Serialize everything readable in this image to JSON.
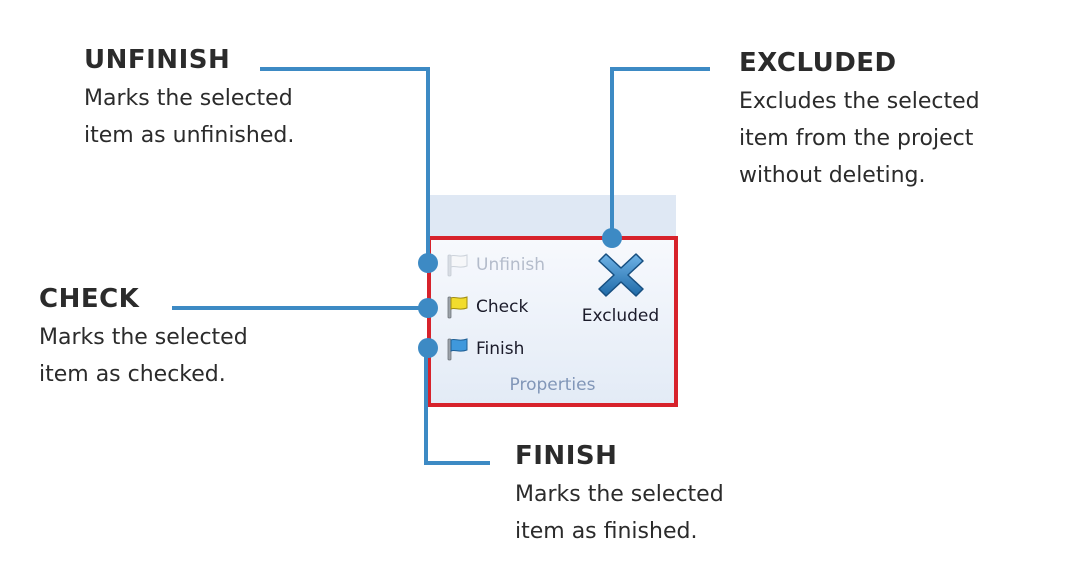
{
  "callouts": {
    "unfinish": {
      "title": "UNFINISH",
      "desc_line1": "Marks the selected",
      "desc_line2": "item as unfinished."
    },
    "check": {
      "title": "CHECK",
      "desc_line1": "Marks the selected",
      "desc_line2": "item as checked."
    },
    "finish": {
      "title": "FINISH",
      "desc_line1": "Marks the selected",
      "desc_line2": "item as finished."
    },
    "excluded": {
      "title": "EXCLUDED",
      "desc_line1": "Excludes the selected",
      "desc_line2": "item from the project",
      "desc_line3": "without deleting."
    }
  },
  "ribbon": {
    "group_label": "Properties",
    "buttons": {
      "unfinish": {
        "label": "Unfinish",
        "icon": "white-flag-icon",
        "enabled": false
      },
      "check": {
        "label": "Check",
        "icon": "yellow-flag-icon",
        "enabled": true
      },
      "finish": {
        "label": "Finish",
        "icon": "blue-flag-icon",
        "enabled": true
      },
      "excluded": {
        "label": "Excluded",
        "icon": "blue-x-icon",
        "enabled": true
      }
    }
  },
  "colors": {
    "connector": "#3d8ac4",
    "highlight_border": "#d7222b",
    "ribbon_header": "#dfe8f4",
    "group_label": "#8196b8"
  }
}
